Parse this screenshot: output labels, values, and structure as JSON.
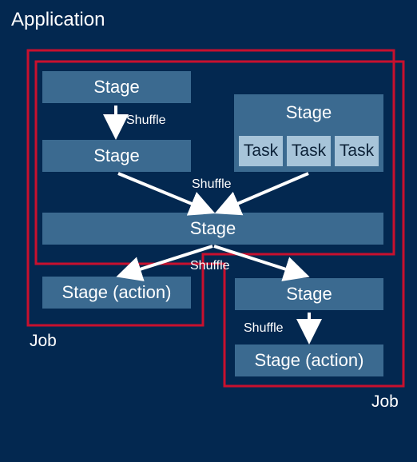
{
  "title": "Application",
  "stages": {
    "s1": "Stage",
    "s2": "Stage",
    "s3": "Stage",
    "s4": "Stage",
    "s5": "Stage (action)",
    "s6": "Stage",
    "s7": "Stage (action)"
  },
  "tasks": [
    "Task",
    "Task",
    "Task"
  ],
  "shuffle_labels": [
    "Shuffle",
    "Shuffle",
    "Shuffle",
    "Shuffle"
  ],
  "job_labels": [
    "Job",
    "Job"
  ],
  "colors": {
    "background": "#032850",
    "stage": "#3b6a90",
    "task": "#a7c4d9",
    "job_border": "#c8102e",
    "arrow": "#ffffff"
  }
}
